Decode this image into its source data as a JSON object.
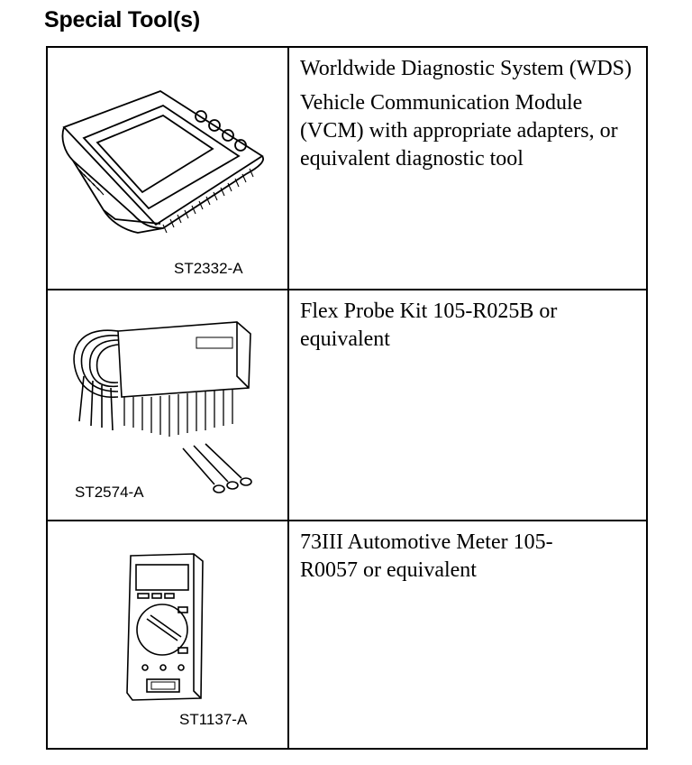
{
  "heading": "Special Tool(s)",
  "tools": [
    {
      "code": "ST2332-A",
      "icon": "diagnostic-tablet-icon",
      "lines": [
        "Worldwide Diagnostic System (WDS)",
        "Vehicle Communication Module (VCM) with appropriate adapters, or equivalent diagnostic tool"
      ]
    },
    {
      "code": "ST2574-A",
      "icon": "flex-probe-kit-icon",
      "lines": [
        "Flex Probe Kit 105-R025B or equivalent"
      ]
    },
    {
      "code": "ST1137-A",
      "icon": "multimeter-icon",
      "lines": [
        "73III Automotive Meter 105-R0057 or equivalent"
      ]
    }
  ]
}
